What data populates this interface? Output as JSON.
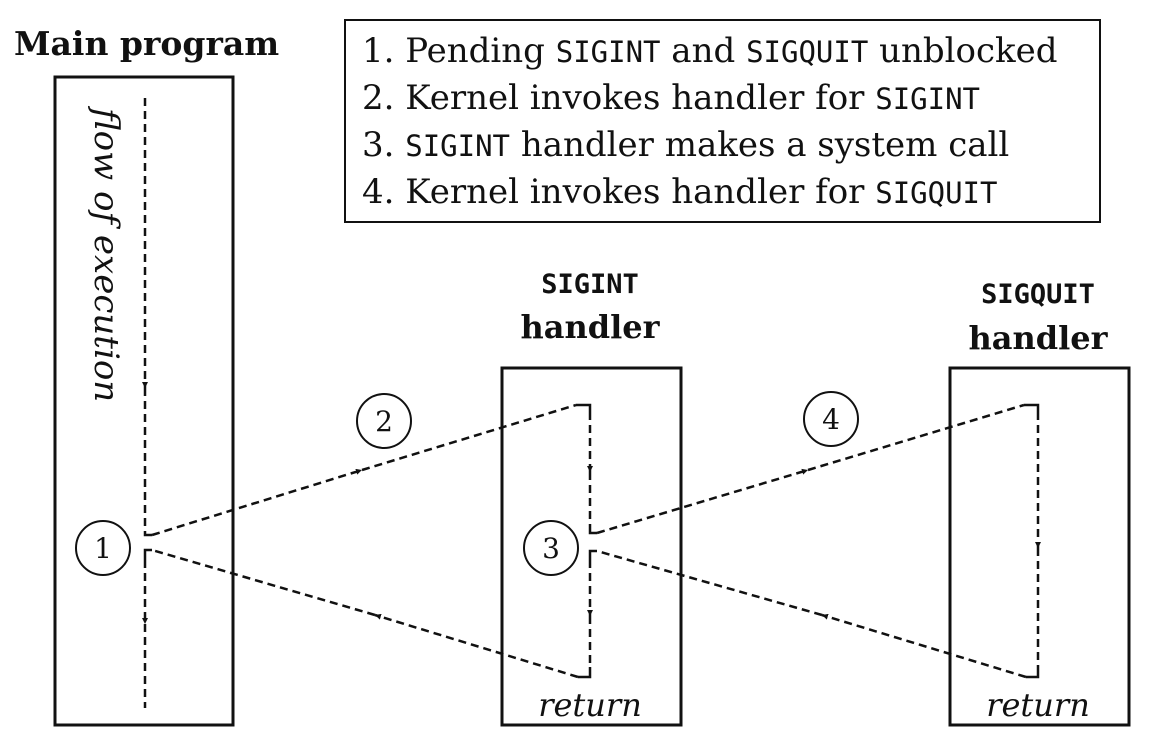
{
  "main": {
    "title": "Main program",
    "flow_label": "flow of execution"
  },
  "legend": {
    "items": [
      {
        "num": "1.",
        "parts": [
          {
            "t": "Pending ",
            "mono": false
          },
          {
            "t": "SIGINT",
            "mono": true
          },
          {
            "t": " and ",
            "mono": false
          },
          {
            "t": "SIGQUIT",
            "mono": true
          },
          {
            "t": " unblocked",
            "mono": false
          }
        ]
      },
      {
        "num": "2.",
        "parts": [
          {
            "t": "Kernel invokes handler for ",
            "mono": false
          },
          {
            "t": "SIGINT",
            "mono": true
          }
        ]
      },
      {
        "num": "3.",
        "parts": [
          {
            "t": "SIGINT",
            "mono": true
          },
          {
            "t": " handler makes a system call",
            "mono": false
          }
        ]
      },
      {
        "num": "4.",
        "parts": [
          {
            "t": "Kernel invokes handler for ",
            "mono": false
          },
          {
            "t": "SIGQUIT",
            "mono": true
          }
        ]
      }
    ]
  },
  "sigint_handler": {
    "signal": "SIGINT",
    "word": "handler",
    "return_label": "return"
  },
  "sigquit_handler": {
    "signal": "SIGQUIT",
    "word": "handler",
    "return_label": "return"
  },
  "steps": {
    "s1": "1",
    "s2": "2",
    "s3": "3",
    "s4": "4"
  }
}
